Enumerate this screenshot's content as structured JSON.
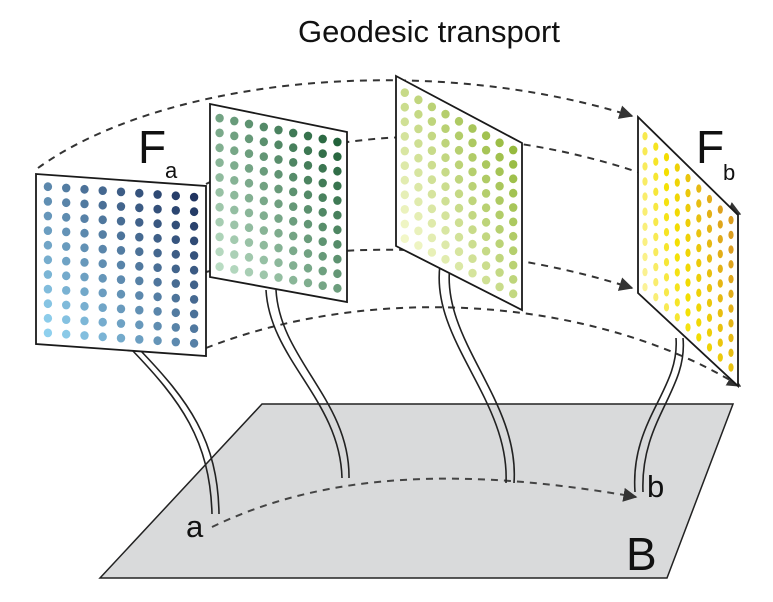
{
  "title": "Geodesic transport",
  "labels": {
    "fiber_a_main": "F",
    "fiber_a_sub": "a",
    "fiber_b_main": "F",
    "fiber_b_sub": "b",
    "point_a": "a",
    "point_b": "b",
    "base_space": "B"
  },
  "colors": {
    "base_plane": "#d9dadb",
    "outline": "#1a1a1a",
    "dashed_path": "#444444",
    "fiber_1": [
      "#8fd0ee",
      "#1c2f5c"
    ],
    "fiber_2": [
      "#b9dcc3",
      "#1d5e36"
    ],
    "fiber_3": [
      "#f2f7c8",
      "#93b83a"
    ],
    "fiber_4": [
      "#ffffff",
      "#f4e000",
      "#dc9e20"
    ]
  },
  "dot_grid": {
    "rows": 11,
    "cols": 9
  }
}
